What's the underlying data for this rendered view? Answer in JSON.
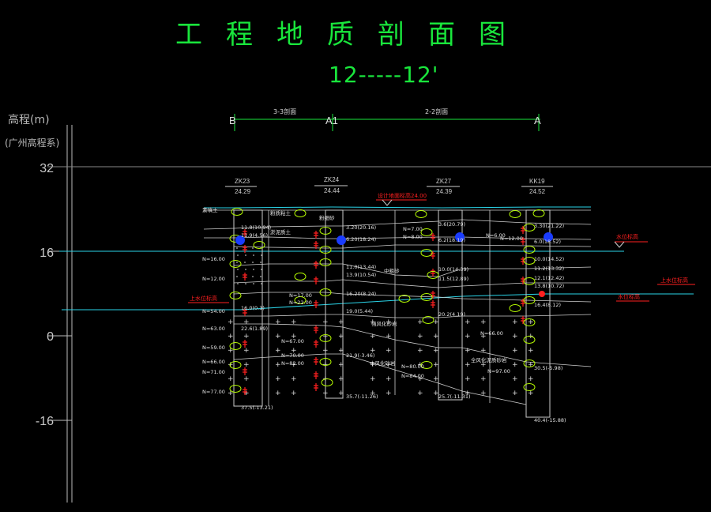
{
  "title": "工程地质剖面图",
  "subtitle": "12-----12'",
  "y_axis": {
    "name": "高程(m)",
    "system": "(广州高程系)",
    "ticks": [
      "32",
      "16",
      "0",
      "-16"
    ]
  },
  "section_points": [
    "B",
    "A1",
    "A"
  ],
  "section_segments": [
    "3-3剖面",
    "2-2剖面"
  ],
  "boreholes": [
    {
      "id": "ZK23",
      "elev": "24.29"
    },
    {
      "id": "ZK24",
      "elev": "24.44"
    },
    {
      "id": "ZK27",
      "elev": "24.39"
    },
    {
      "id": "KK19",
      "elev": "24.52"
    }
  ],
  "annotations": {
    "design_level": "设计地面标高24.00",
    "water_left": "上水位标高",
    "water_right_1": "水位标高",
    "water_right_2": "上水位标高",
    "water_right_3": "水位标高"
  },
  "labels": {
    "bh1_depths": [
      "11.8(10.94)",
      "11.9(4.56)",
      "16.0(0.3)",
      "22.6(1.89)",
      "37.5(-13.21)"
    ],
    "bh2_depths": [
      "3.20(20.16)",
      "6.20(18.24)",
      "11.0(13.44)",
      "13.9(10.54)",
      "16.20(8.24)",
      "19.0(5.44)",
      "21.9(-3.46)",
      "35.7(-11.26)"
    ],
    "bh3_depths": [
      "3.6(20.79)",
      "6.2(18.19)",
      "10.0(14.39)",
      "11.5(12.89)",
      "20.2(4.19)",
      "25.7(-11.31)"
    ],
    "bh4_depths": [
      "3.30(21.22)",
      "6.0(18.52)",
      "10.0(14.52)",
      "11.2(13.32)",
      "12.1(12.42)",
      "13.8(10.72)",
      "16.4(8.12)",
      "30.5(-5.98)",
      "40.4(-15.88)"
    ],
    "n_values": [
      "N=16.00",
      "N=12.00",
      "N=17.00",
      "N=22.00",
      "N=54.00",
      "N=63.00",
      "N=59.00",
      "N=66.00",
      "N=71.00",
      "N=77.00",
      "N=67.00",
      "N=70.00",
      "N=82.00",
      "N=7.00",
      "N=8.00",
      "N=6.00",
      "N=12.00",
      "N=66.00",
      "N=80.00",
      "N=84.00",
      "N=97.00"
    ],
    "strata": [
      "素填土",
      "粉质粘土",
      "淤泥质土",
      "粉细砂",
      "中粗砂",
      "强风化砂岩",
      "中风化砂岩",
      "全风化泥质砂岩"
    ]
  },
  "colors": {
    "title": "#19e63c",
    "sample": "#b8ff00",
    "water": "#2ad4e8",
    "annotation": "#ff2020",
    "line": "#d8d8d8",
    "grid": "#4a4a4a"
  }
}
